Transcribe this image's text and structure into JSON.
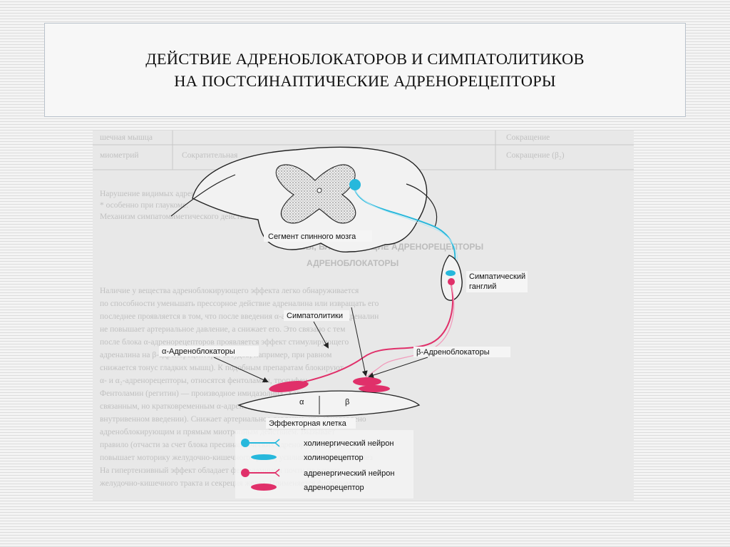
{
  "slide": {
    "title_line1": "ДЕЙСТВИЕ АДРЕНОБЛОКАТОРОВ И СИМПАТОЛИТИКОВ",
    "title_line2": "НА ПОСТСИНАПТИЧЕСКИЕ АДРЕНОРЕЦЕПТОРЫ"
  },
  "diagram": {
    "labels": {
      "spinal_segment": "Сегмент спинного мозга",
      "ganglion_line1": "Симпатический",
      "ganglion_line2": "ганглий",
      "sympatholytics": "Симпатолитики",
      "alpha_blockers": "α-Адреноблокаторы",
      "beta_blockers": "β-Адреноблокаторы",
      "alpha": "α",
      "beta": "β",
      "effector_cell": "Эффекторная клетка"
    },
    "legend": [
      {
        "label": "холинергический нейрон",
        "icon": "cholinergic-neuron-icon"
      },
      {
        "label": "холинорецептор",
        "icon": "cholinoreceptor-icon"
      },
      {
        "label": "адренергический нейрон",
        "icon": "adrenergic-neuron-icon"
      },
      {
        "label": "адренорецептор",
        "icon": "adrenoreceptor-icon"
      }
    ],
    "colors": {
      "cholinergic": "#27b8dc",
      "adrenergic": "#e0306a",
      "outline": "#222222"
    }
  }
}
